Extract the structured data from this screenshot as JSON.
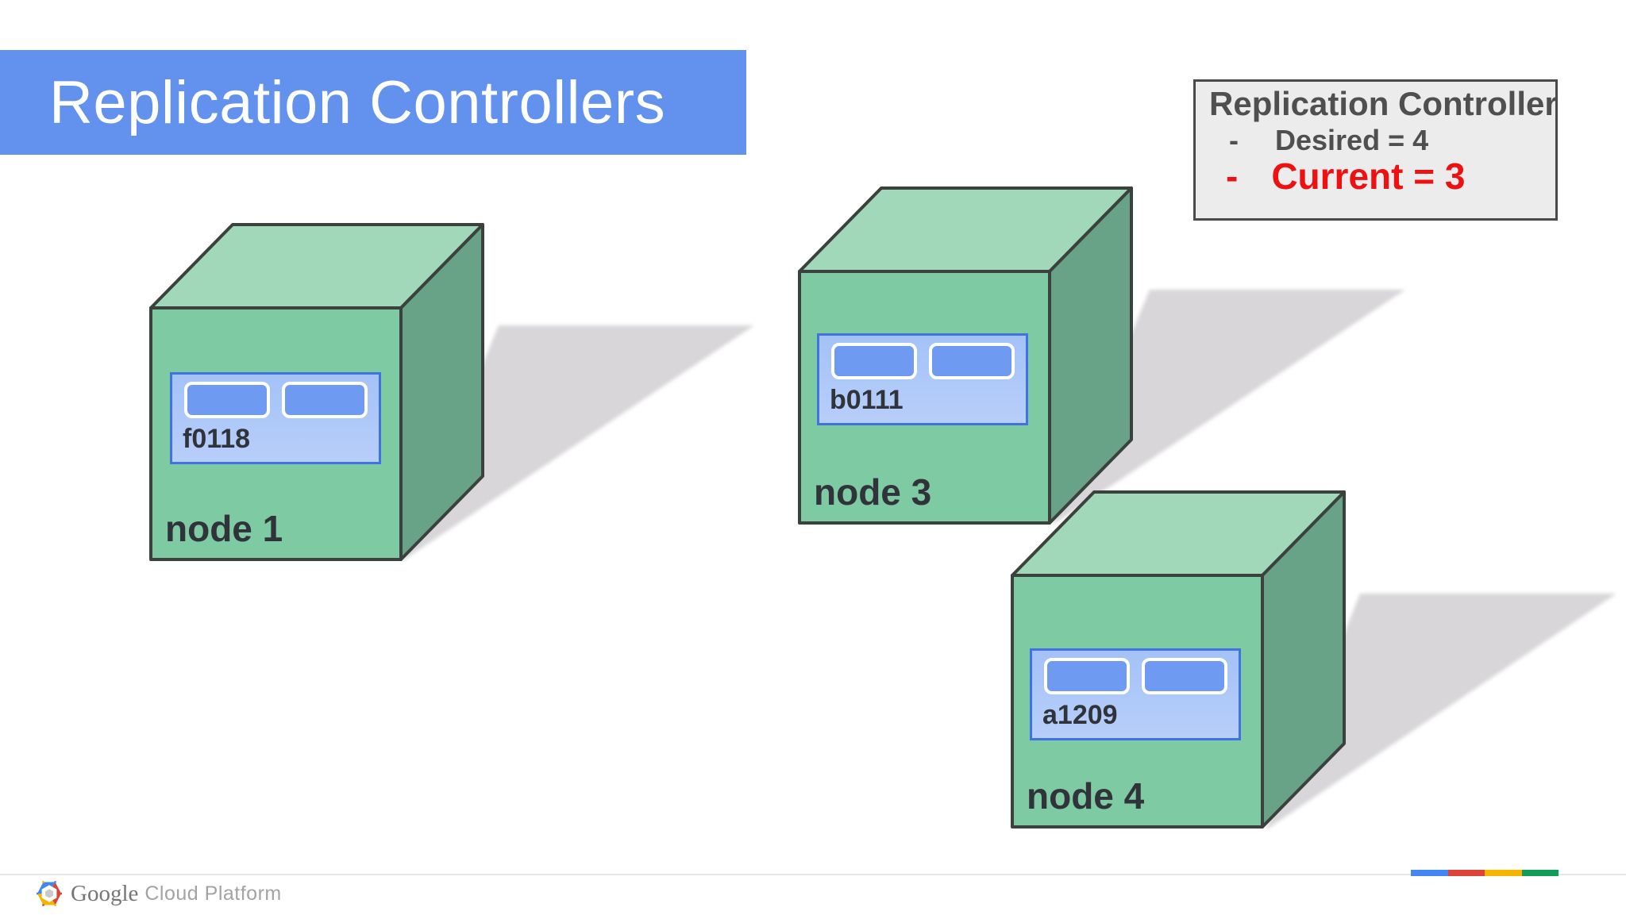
{
  "slide": {
    "title": "Replication Controllers",
    "legend": {
      "title": "Replication Controller",
      "items": [
        {
          "bullet": "-",
          "label": "Desired = 4"
        },
        {
          "bullet": "-",
          "label": "Current = 3"
        }
      ]
    },
    "nodes": [
      {
        "label": "node 1",
        "pod": {
          "label": "f0118",
          "container_count": 2
        }
      },
      {
        "label": "node 3",
        "pod": {
          "label": "b0111",
          "container_count": 2
        }
      },
      {
        "label": "node 4",
        "pod": {
          "label": "a1209",
          "container_count": 2
        }
      }
    ],
    "footer": {
      "brand": "Google",
      "product": "Cloud Platform"
    }
  },
  "colors": {
    "banner_blue": "#6292ee",
    "cube_front": "#7dcaa3",
    "cube_top": "#a2d8ba",
    "cube_side": "#68a287",
    "cube_outline": "#3b413d",
    "pod_border": "#4072e2",
    "container_fill": "#6f9af1",
    "legend_text": "#4f4f4f",
    "legend_red": "#ee1111",
    "shadow": "#d8d6d9",
    "google_blue": "#4285f4",
    "google_red": "#db4437",
    "google_yellow": "#f4b400",
    "google_green": "#0f9d58"
  }
}
